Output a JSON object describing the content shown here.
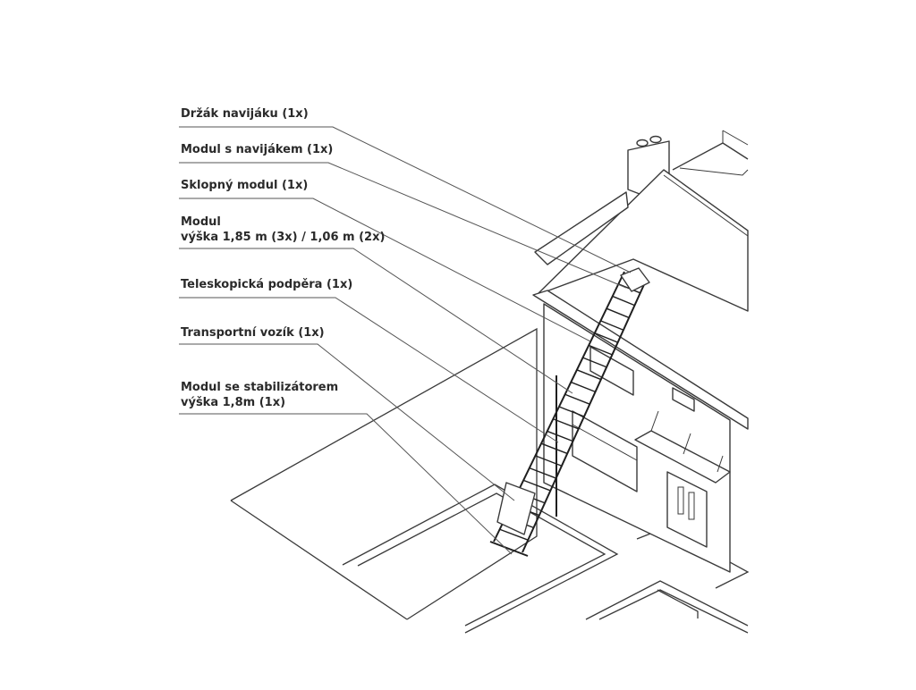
{
  "labels": [
    {
      "id": "winch-holder",
      "text": "Držák navijáku (1x)"
    },
    {
      "id": "winch-module",
      "text": "Modul s navijákem (1x)"
    },
    {
      "id": "tilt-module",
      "text": "Sklopný modul (1x)"
    },
    {
      "id": "module-title",
      "text": "Modul"
    },
    {
      "id": "module-height",
      "text": "výška 1,85 m (3x) / 1,06 m (2x)"
    },
    {
      "id": "telescopic-support",
      "text": "Teleskopická podpěra (1x)"
    },
    {
      "id": "transport-cart",
      "text": "Transportní vozík (1x)"
    },
    {
      "id": "stabilizer-module",
      "text": "Modul se stabilizátorem"
    },
    {
      "id": "stabilizer-height",
      "text": "výška 1,8m (1x)"
    }
  ]
}
